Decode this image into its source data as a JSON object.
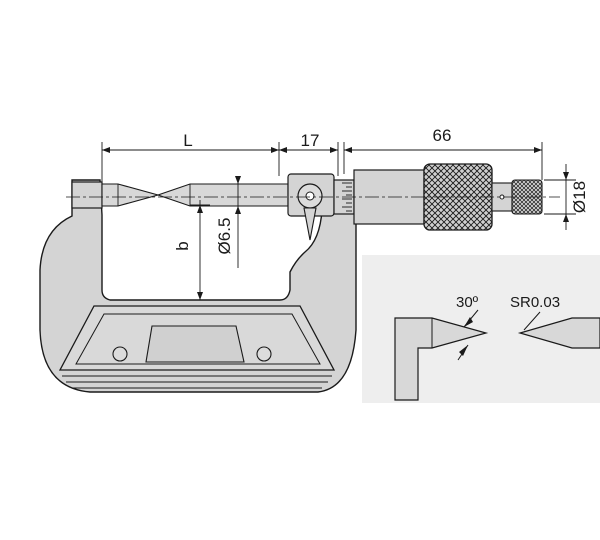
{
  "dimensions": {
    "L": "L",
    "anvil_span": "17",
    "thimble_length": "66",
    "spindle_dia": "Ø6.5",
    "depth": "b",
    "ratchet_dia": "Ø18"
  },
  "detail": {
    "angle": "30º",
    "radius": "SR0.03"
  },
  "colors": {
    "frame": "#d4d4d4",
    "stroke": "#1a1a1a",
    "detail_bg": "#eeeeee"
  }
}
